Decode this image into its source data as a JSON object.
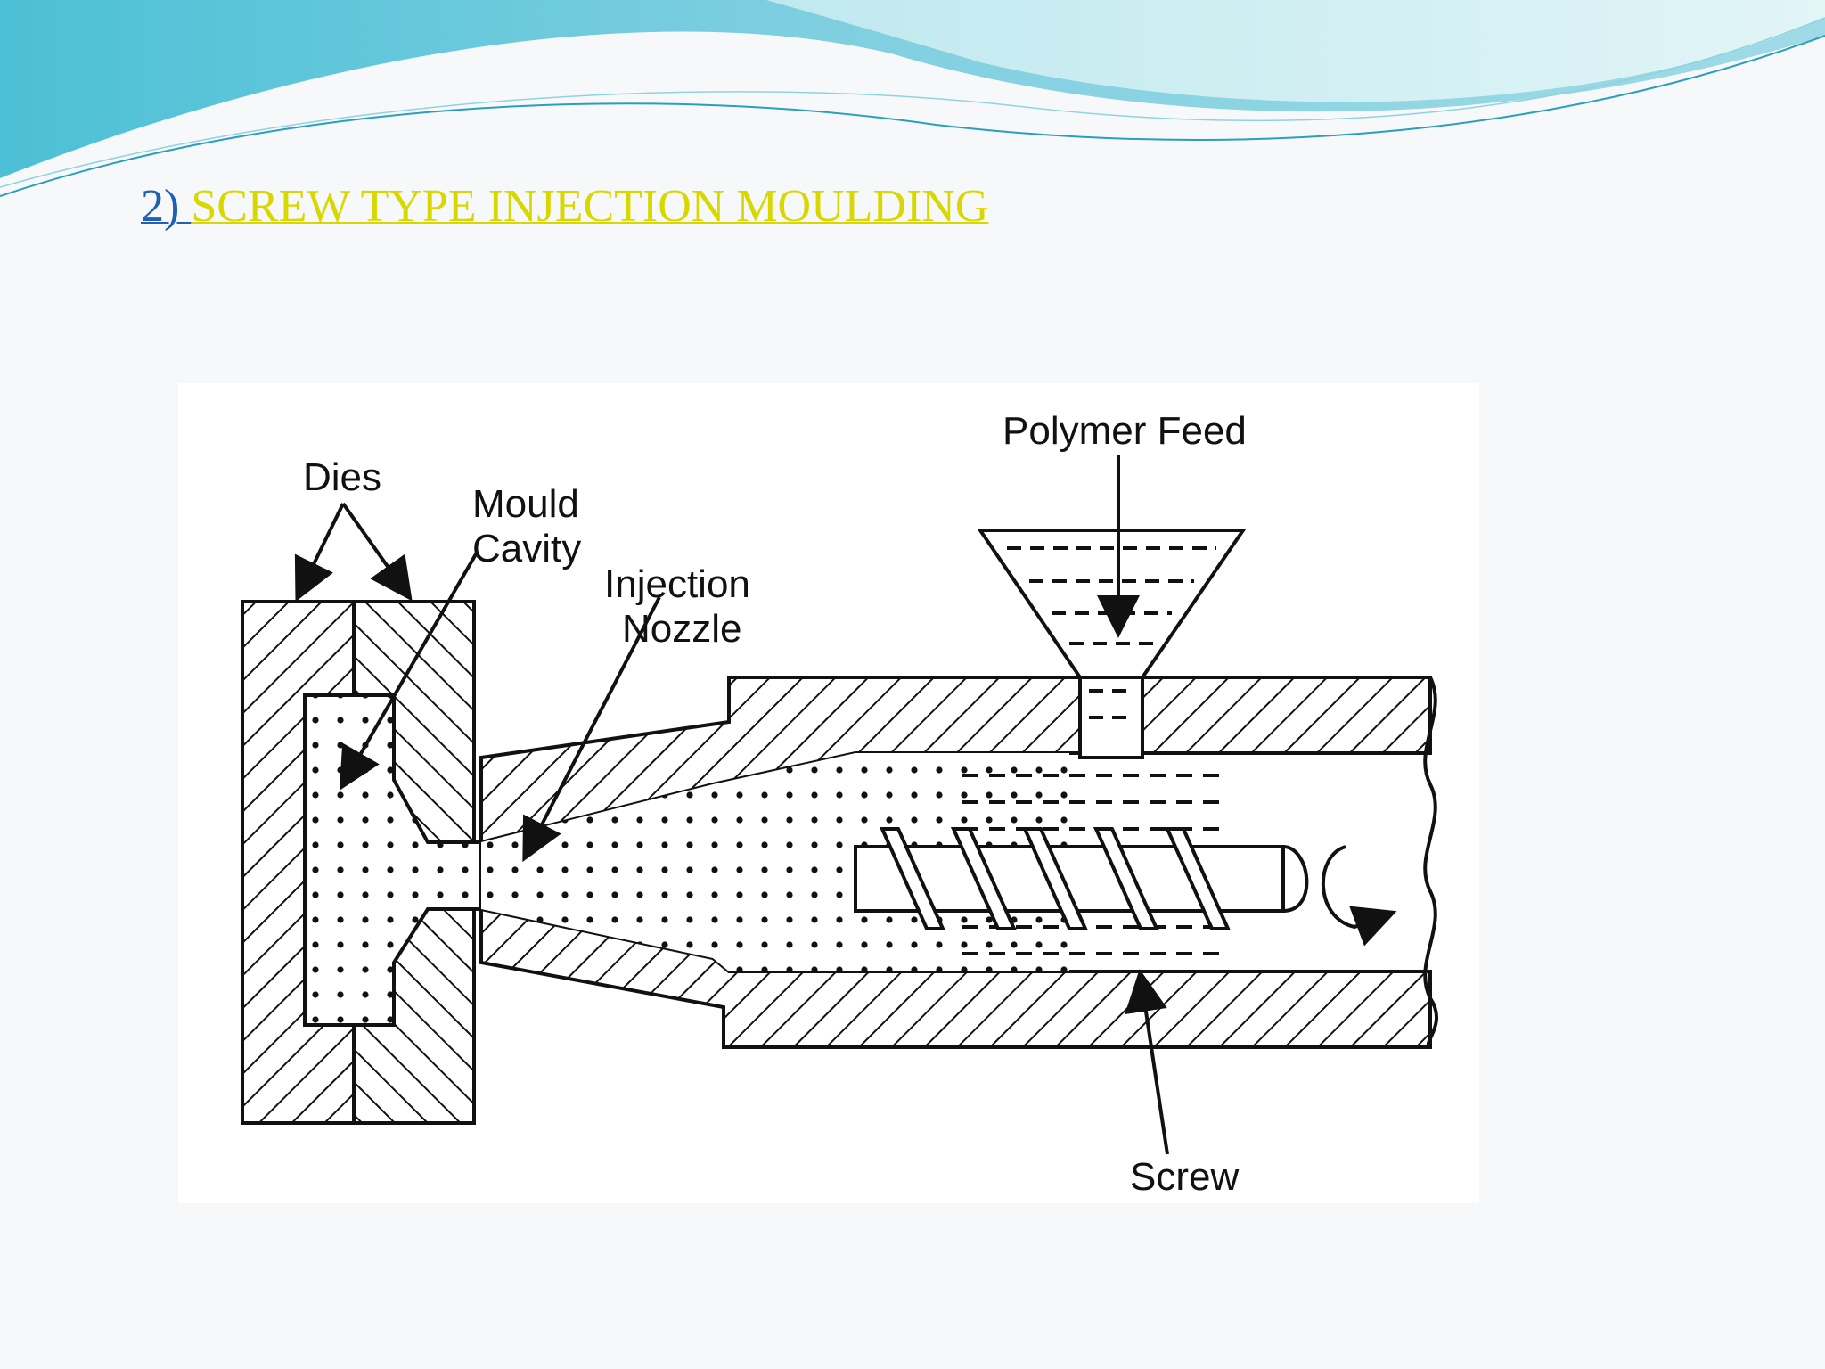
{
  "slide": {
    "title_number": "2) ",
    "title_text": "SCREW TYPE INJECTION MOULDING",
    "colors": {
      "title_number": "#1f5fb4",
      "title_text": "#d8d800",
      "banner_dark": "#3fb3cf",
      "banner_light": "#bfe9ef"
    }
  },
  "diagram": {
    "labels": {
      "dies": "Dies",
      "mould_cavity_line1": "Mould",
      "mould_cavity_line2": "Cavity",
      "injection_nozzle_line1": "Injection",
      "injection_nozzle_line2": "Nozzle",
      "polymer_feed": "Polymer Feed",
      "screw": "Screw"
    }
  }
}
